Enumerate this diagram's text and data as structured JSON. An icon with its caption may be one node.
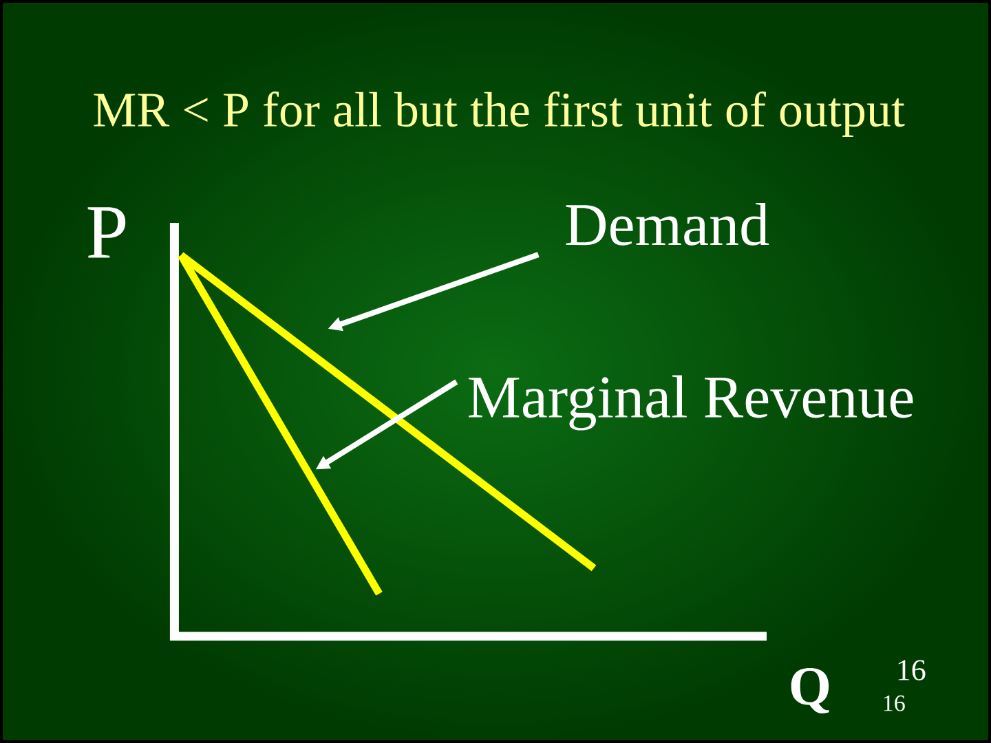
{
  "diagram": {
    "title": "MR < P for all but the first unit of output",
    "nodes": [
      {
        "text": [
          "Demand"
        ]
      },
      {
        "text": [],
        "shape": "line"
      },
      {
        "text": [
          "Marginal Revenue"
        ]
      },
      {
        "text": [],
        "shape": "line"
      }
    ],
    "edges": [
      {
        "from": 0,
        "to": 1,
        "arrow": "to"
      },
      {
        "from": 2,
        "to": 3,
        "arrow": "to"
      }
    ],
    "labels": [
      "P",
      "Q",
      "16",
      "16"
    ]
  }
}
